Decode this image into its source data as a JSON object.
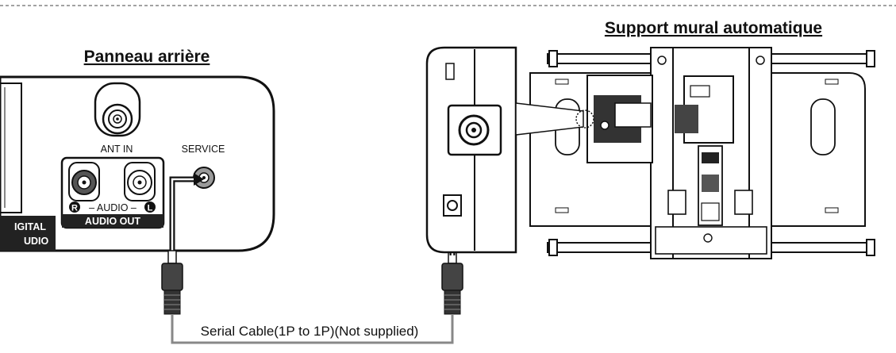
{
  "left_panel": {
    "title": "Panneau arrière",
    "ant_in_label": "ANT IN",
    "service_label": "SERVICE",
    "audio_label": "– AUDIO –",
    "audio_r": "R",
    "audio_l": "L",
    "audio_out_label": "AUDIO OUT",
    "digital_audio_line1": "IGITAL",
    "digital_audio_line2": "UDIO"
  },
  "right_panel": {
    "title": "Support mural automatique"
  },
  "cable": {
    "label": "Serial Cable(1P to 1P)(Not supplied)"
  }
}
